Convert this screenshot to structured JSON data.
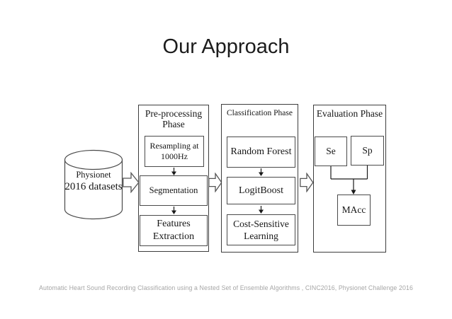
{
  "slide": {
    "title": "Our Approach",
    "footer": "Automatic Heart Sound Recording Classification using a Nested Set of Ensemble Algorithms , CINC2016, Physionet Challenge 2016"
  },
  "diagram": {
    "source": {
      "shape": "database-cylinder",
      "line1": "Physionet",
      "line2": "2016 datasets"
    },
    "phases": [
      {
        "title": "Pre-processing\nPhase",
        "steps": [
          "Resampling at\n1000Hz",
          "Segmentation",
          "Features\nExtraction"
        ]
      },
      {
        "title": "Classification Phase",
        "steps": [
          "Random Forest",
          "LogitBoost",
          "Cost-Sensitive\nLearning"
        ]
      },
      {
        "title": "Evaluation Phase",
        "metrics": [
          "Se",
          "Sp",
          "MAcc"
        ]
      }
    ],
    "colors": {
      "box_border": "#3d3d3d",
      "arrow_outline": "#555555",
      "text": "#161616",
      "footer_text": "#a6a6a6",
      "background": "#ffffff"
    }
  }
}
